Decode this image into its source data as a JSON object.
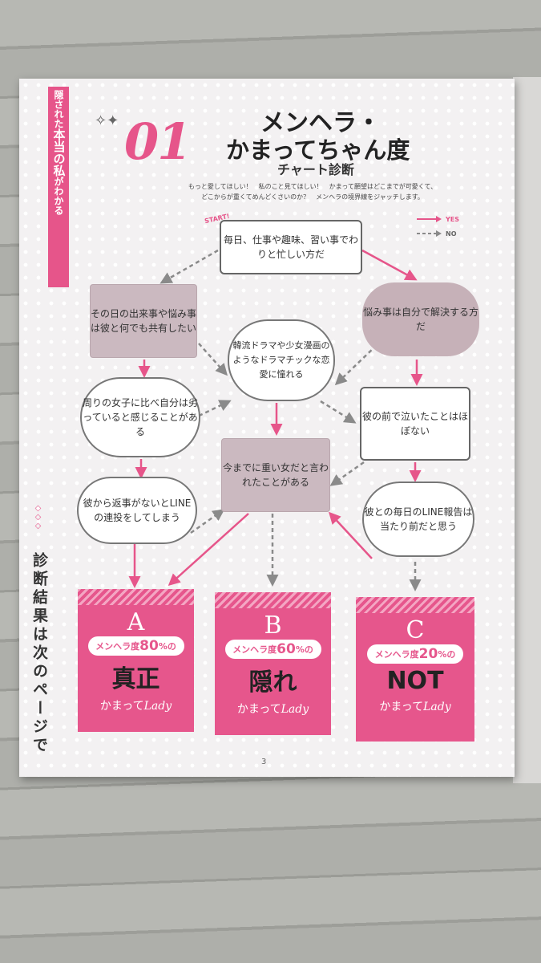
{
  "side_band": {
    "pre": "隠された",
    "highlight": "本当の私",
    "post": "がわかる"
  },
  "side_note": "診断結果は次のページで",
  "side_dots": "◇◇◇",
  "header": {
    "number": "01",
    "title_line1": "メンヘラ・",
    "title_line2": "かまってちゃん度",
    "title_line3": "チャート診断",
    "description_line1": "もっと愛してほしい！　私のこと見てほしい！　かまって願望はどこまでが可愛くて、",
    "description_line2": "どこからが重くてめんどくさいのか？　メンヘラの境界線をジャッチします。"
  },
  "legend": {
    "yes": "YES",
    "no": "NO",
    "yes_color": "#e6558a",
    "no_color": "#8a8a8a"
  },
  "start_label": "START!",
  "nodes": {
    "n1": "毎日、仕事や趣味、習い事でわりと忙しい方だ",
    "n2": "その日の出来事や悩み事は彼と何でも共有したい",
    "n3": "悩み事は自分で解決する方だ",
    "n4": "韓流ドラマや少女漫画のようなドラマチックな恋愛に憧れる",
    "n5": "周りの女子に比べ自分は劣っていると感じることがある",
    "n6": "彼の前で泣いたことはほぼない",
    "n7": "今までに重い女だと言われたことがある",
    "n8": "彼から返事がないとLINEの連投をしてしまう",
    "n9": "彼との毎日のLINE報告は当たり前だと思う"
  },
  "results": [
    {
      "letter": "A",
      "pill_pre": "メンヘラ度",
      "pct": "80",
      "pill_post": "%の",
      "big": "真正",
      "kama": "かまって",
      "lady": "Lady"
    },
    {
      "letter": "B",
      "pill_pre": "メンヘラ度",
      "pct": "60",
      "pill_post": "%の",
      "big": "隠れ",
      "kama": "かまって",
      "lady": "Lady"
    },
    {
      "letter": "C",
      "pill_pre": "メンヘラ度",
      "pct": "20",
      "pill_post": "%の",
      "big": "NOT",
      "kama": "かまって",
      "lady": "Lady"
    }
  ],
  "page_number": "3",
  "colors": {
    "accent": "#e6558a",
    "shade": "#c9b6bd"
  }
}
